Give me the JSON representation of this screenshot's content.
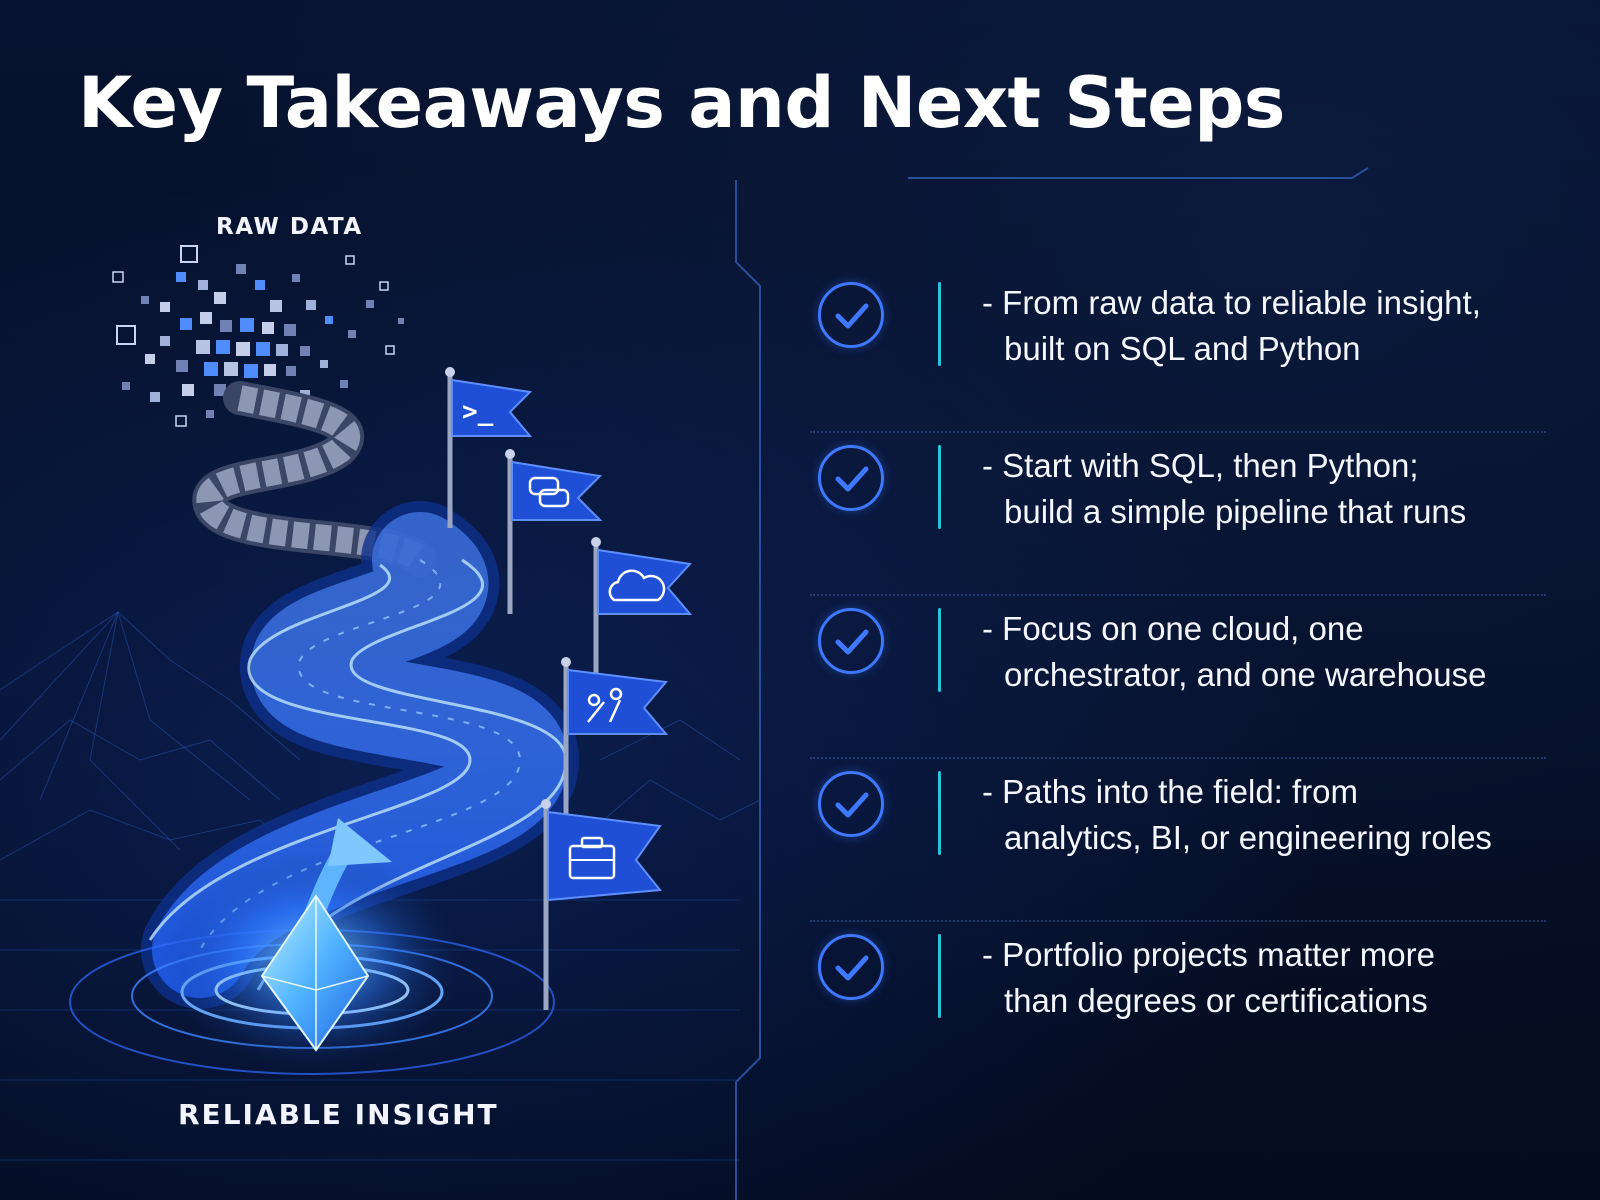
{
  "title": "Key Takeaways and Next Steps",
  "illustration": {
    "top_label": "RAW DATA",
    "bottom_label": "RELIABLE INSIGHT",
    "flags": [
      {
        "icon": "terminal-icon"
      },
      {
        "icon": "python-icon"
      },
      {
        "icon": "cloud-icon"
      },
      {
        "icon": "pipeline-icon"
      },
      {
        "icon": "briefcase-icon"
      }
    ]
  },
  "takeaways": [
    {
      "line1": "- From raw data to reliable insight,",
      "line2": "built on SQL and Python"
    },
    {
      "line1": "- Start with SQL, then Python;",
      "line2": "build a simple pipeline that runs"
    },
    {
      "line1": "- Focus on one cloud, one",
      "line2": "orchestrator, and one warehouse"
    },
    {
      "line1": "- Paths into the field: from",
      "line2": "analytics, BI, or engineering roles"
    },
    {
      "line1": "- Portfolio projects matter more",
      "line2": "than degrees or certifications"
    }
  ],
  "colors": {
    "background": "#050d22",
    "accent_blue": "#3d78ff",
    "accent_cyan": "#26c6d8",
    "text": "#f4f7ff"
  }
}
